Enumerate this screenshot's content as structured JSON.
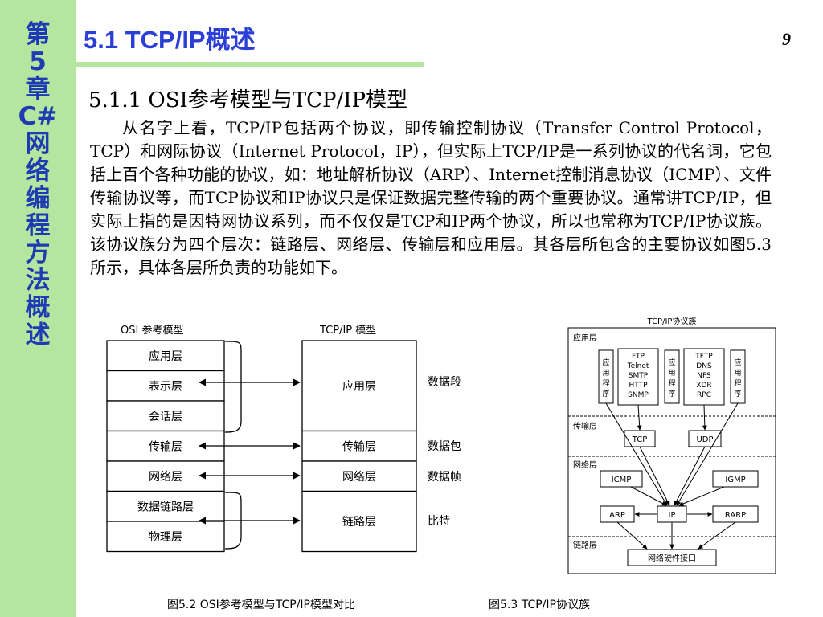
{
  "sidebar": {
    "chapter_chars": [
      "第",
      "5",
      "章",
      "C#",
      "网",
      "络",
      "编",
      "程",
      "方",
      "法",
      "概",
      "述"
    ]
  },
  "header": {
    "title": "5.1  TCP/IP概述",
    "page_number": "9"
  },
  "section": {
    "heading": "5.1.1  OSI参考模型与TCP/IP模型"
  },
  "body": {
    "paragraph": "从名字上看，TCP/IP包括两个协议，即传输控制协议（Transfer Control Protocol，TCP）和网际协议（Internet Protocol，IP），但实际上TCP/IP是一系列协议的代名词，它包括上百个各种功能的协议，如：地址解析协议（ARP）、Internet控制消息协议（ICMP）、文件传输协议等，而TCP协议和IP协议只是保证数据完整传输的两个重要协议。通常讲TCP/IP，但实际上指的是因特网协议系列，而不仅仅是TCP和IP两个协议，所以也常称为TCP/IP协议族。该协议族分为四个层次：链路层、网络层、传输层和应用层。其各层所包含的主要协议如图5.3所示，具体各层所负责的功能如下。"
  },
  "figure1": {
    "osi_title": "OSI 参考模型",
    "tcpip_title": "TCP/IP 模型",
    "osi_layers": [
      "应用层",
      "表示层",
      "会话层",
      "传输层",
      "网络层",
      "数据链路层",
      "物理层"
    ],
    "tcpip_layers": [
      "应用层",
      "传输层",
      "网络层",
      "链路层"
    ],
    "units": [
      "数据段",
      "数据包",
      "数据帧",
      "比特"
    ],
    "caption": "图5.2  OSI参考模型与TCP/IP模型对比"
  },
  "figure2": {
    "title": "TCP/IP协议族",
    "layers": [
      "应用层",
      "传输层",
      "网络层",
      "链路层"
    ],
    "app_program_label": "应用程序",
    "app_groups": [
      [
        "FTP",
        "Telnet",
        "SMTP",
        "HTTP",
        "SNMP"
      ],
      [
        "TFTP",
        "DNS",
        "NFS",
        "XDR",
        "RPC"
      ]
    ],
    "transport": [
      "TCP",
      "UDP"
    ],
    "network": [
      "ICMP",
      "IGMP",
      "ARP",
      "IP",
      "RARP"
    ],
    "link": "网络硬件接口",
    "caption": "图5.3  TCP/IP协议族"
  }
}
